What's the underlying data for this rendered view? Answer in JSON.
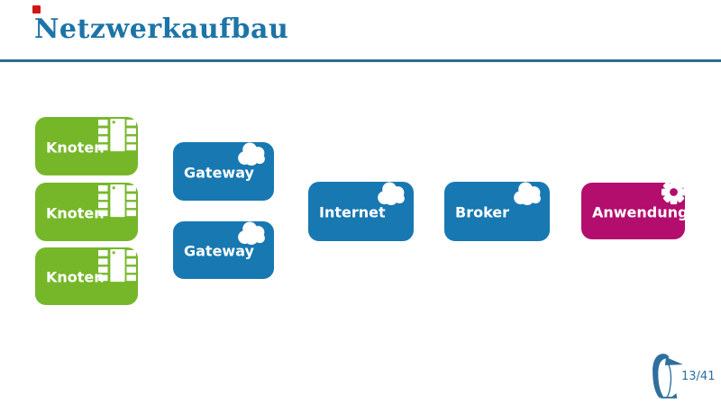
{
  "slide": {
    "title": "Netzwerkaufbau",
    "page_number": "13/41"
  },
  "colors": {
    "title_text": "#1C74A7",
    "divider": "#2C6D8E",
    "red_accent": "#D01717",
    "node_green": "#76B72A",
    "node_blue": "#1878B2",
    "node_magenta": "#B30D6E",
    "node_label": "#FFFFFF",
    "page_number_text": "#2E6F9E",
    "penguin": "#2E6F9E"
  },
  "diagram": {
    "nodes": [
      {
        "label": "Knoten",
        "color": "green",
        "icon": "chip-icon"
      },
      {
        "label": "Knoten",
        "color": "green",
        "icon": "chip-icon"
      },
      {
        "label": "Knoten",
        "color": "green",
        "icon": "chip-icon"
      },
      {
        "label": "Gateway",
        "color": "blue",
        "icon": "cloud-icon"
      },
      {
        "label": "Gateway",
        "color": "blue",
        "icon": "cloud-icon"
      },
      {
        "label": "Internet",
        "color": "blue",
        "icon": "cloud-icon"
      },
      {
        "label": "Broker",
        "color": "blue",
        "icon": "cloud-icon"
      },
      {
        "label": "Anwendung",
        "color": "magenta",
        "icon": "gear-icon"
      }
    ]
  },
  "footer": {
    "page_number": "13/41",
    "logo": "penguin-logo"
  }
}
